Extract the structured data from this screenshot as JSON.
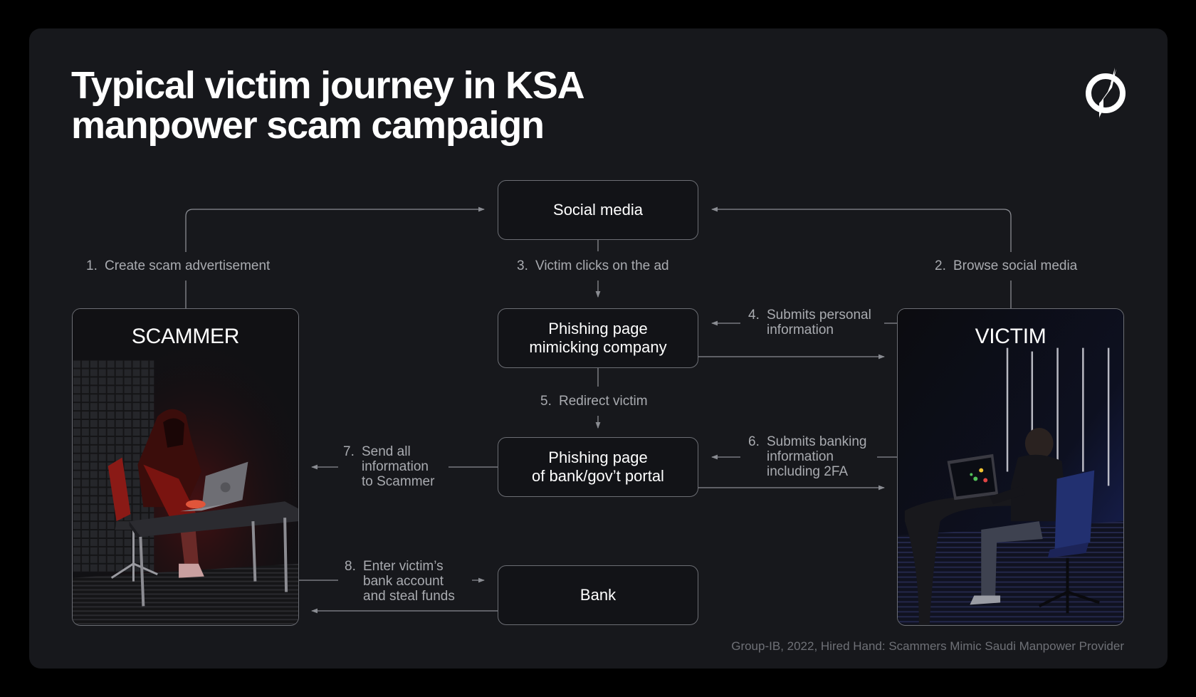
{
  "slide": {
    "title_line1": "Typical victim journey in KSA",
    "title_line2": "manpower scam campaign",
    "logo_icon": "group-ib-logo-icon",
    "credit": "Group-IB, 2022, Hired Hand: Scammers Mimic Saudi Manpower Provider"
  },
  "actors": {
    "scammer": {
      "label": "SCAMMER",
      "image": "hooded-figure-at-laptop-red-lit"
    },
    "victim": {
      "label": "VICTIM",
      "image": "man-at-laptop-blue-lit"
    }
  },
  "nodes": {
    "social_media": "Social media",
    "phishing_company": "Phishing page\nmimicking company",
    "phishing_bank": "Phishing page\nof bank/gov’t portal",
    "bank": "Bank"
  },
  "steps": [
    {
      "num": "1.",
      "text": "Create scam advertisement"
    },
    {
      "num": "2.",
      "text": "Browse social media"
    },
    {
      "num": "3.",
      "text": "Victim clicks on the ad"
    },
    {
      "num": "4.",
      "text": "Submits personal\ninformation"
    },
    {
      "num": "5.",
      "text": "Redirect victim"
    },
    {
      "num": "6.",
      "text": "Submits banking\ninformation\nincluding 2FA"
    },
    {
      "num": "7.",
      "text": "Send all\ninformation\nto Scammer"
    },
    {
      "num": "8.",
      "text": "Enter victim’s\nbank account\nand steal funds"
    }
  ],
  "colors": {
    "background": "#000000",
    "panel": "#17181c",
    "node_border": "#6c6e74",
    "connector": "#8a8c92",
    "step_text": "#a9abb0",
    "credit_text": "#6e7076",
    "scammer_accent": "#c0221c",
    "victim_accent": "#2b3f9e"
  }
}
